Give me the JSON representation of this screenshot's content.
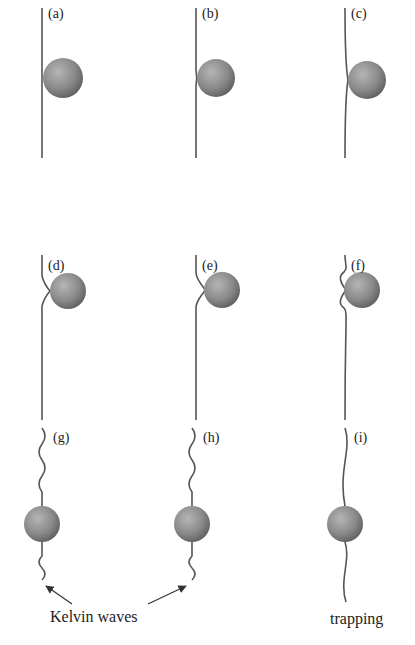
{
  "diagram": {
    "labels": [
      "(a)",
      "(b)",
      "(c)",
      "(d)",
      "(e)",
      "(f)",
      "(g)",
      "(h)",
      "(i)",
      "Kelvin waves",
      "trapping"
    ]
  }
}
